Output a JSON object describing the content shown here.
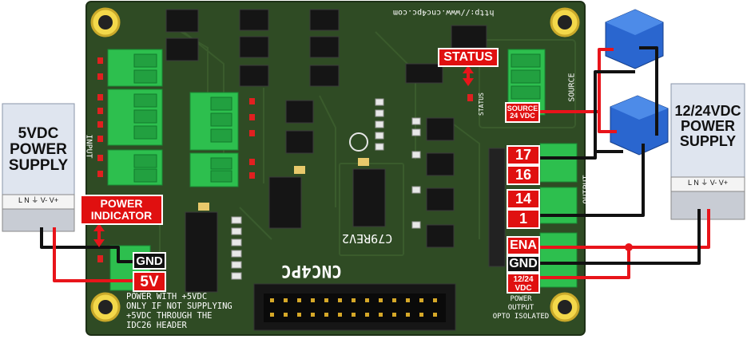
{
  "left_psu": {
    "lines": [
      "5VDC",
      "POWER",
      "SUPPLY"
    ],
    "terminals": "L  N  ⏚  V-  V+"
  },
  "right_psu": {
    "lines": [
      "12/24VDC",
      "POWER",
      "SUPPLY"
    ],
    "terminals": "L  N  ⏚  V-  V+"
  },
  "labels": {
    "power_indicator": [
      "POWER",
      "INDICATOR"
    ],
    "gnd_left": "GND",
    "v5": "5V",
    "status": "STATUS",
    "source": [
      "SOURCE",
      "24 VDC"
    ],
    "pin17": "17",
    "pin16": "16",
    "pin14": "14",
    "pin1": "1",
    "ena": "ENA",
    "gnd_right": "GND",
    "v1224": [
      "12/24",
      "VDC"
    ]
  },
  "silkscreen": {
    "url": "http://www.cnc4pc.com",
    "model": "C79REV2",
    "brand": "CNC4PC",
    "power_note": [
      "POWER WITH +5VDC",
      "ONLY IF NOT SUPPLYING",
      "+5VDC THROUGH THE",
      "IDC26 HEADER"
    ],
    "opto": [
      "POWER",
      "OUTPUT",
      "OPTO ISOLATED"
    ],
    "input": "INPUT",
    "output": "OUTPUT",
    "source_side": "SOURCE",
    "power_side": "POWER",
    "status_side": "STATUS"
  },
  "colors": {
    "pcb": "#2e4a22",
    "terminal": "#2dbf4e",
    "wire_red": "#e8141a",
    "wire_black": "#111111",
    "relay": "#2f6fd6",
    "label_red": "#e01010"
  }
}
